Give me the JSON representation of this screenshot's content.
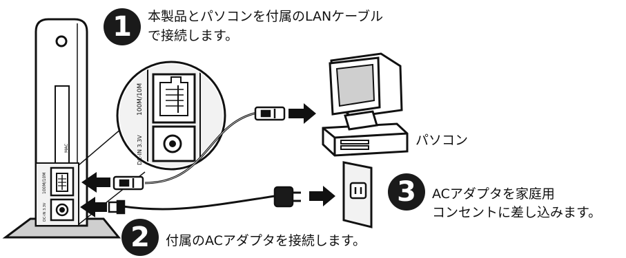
{
  "steps": [
    {
      "number": "1",
      "text_line1": "本製品とパソコンを付属のLANケーブル",
      "text_line2": "で接続します。"
    },
    {
      "number": "2",
      "text_line1": "付属のACアダプタを接続します。"
    },
    {
      "number": "3",
      "text_line1": "ACアダプタを家庭用",
      "text_line2": "コンセントに差し込みます。"
    }
  ],
  "labels": {
    "pc": "パソコン",
    "port_lan": "100M/10M",
    "port_power": "DC-IN 3.3V",
    "device_side": "MAC"
  },
  "colors": {
    "ink": "#111111",
    "badge": "#1a1a1a",
    "panel": "#f2f2f2",
    "shade": "#cfcfcf"
  }
}
